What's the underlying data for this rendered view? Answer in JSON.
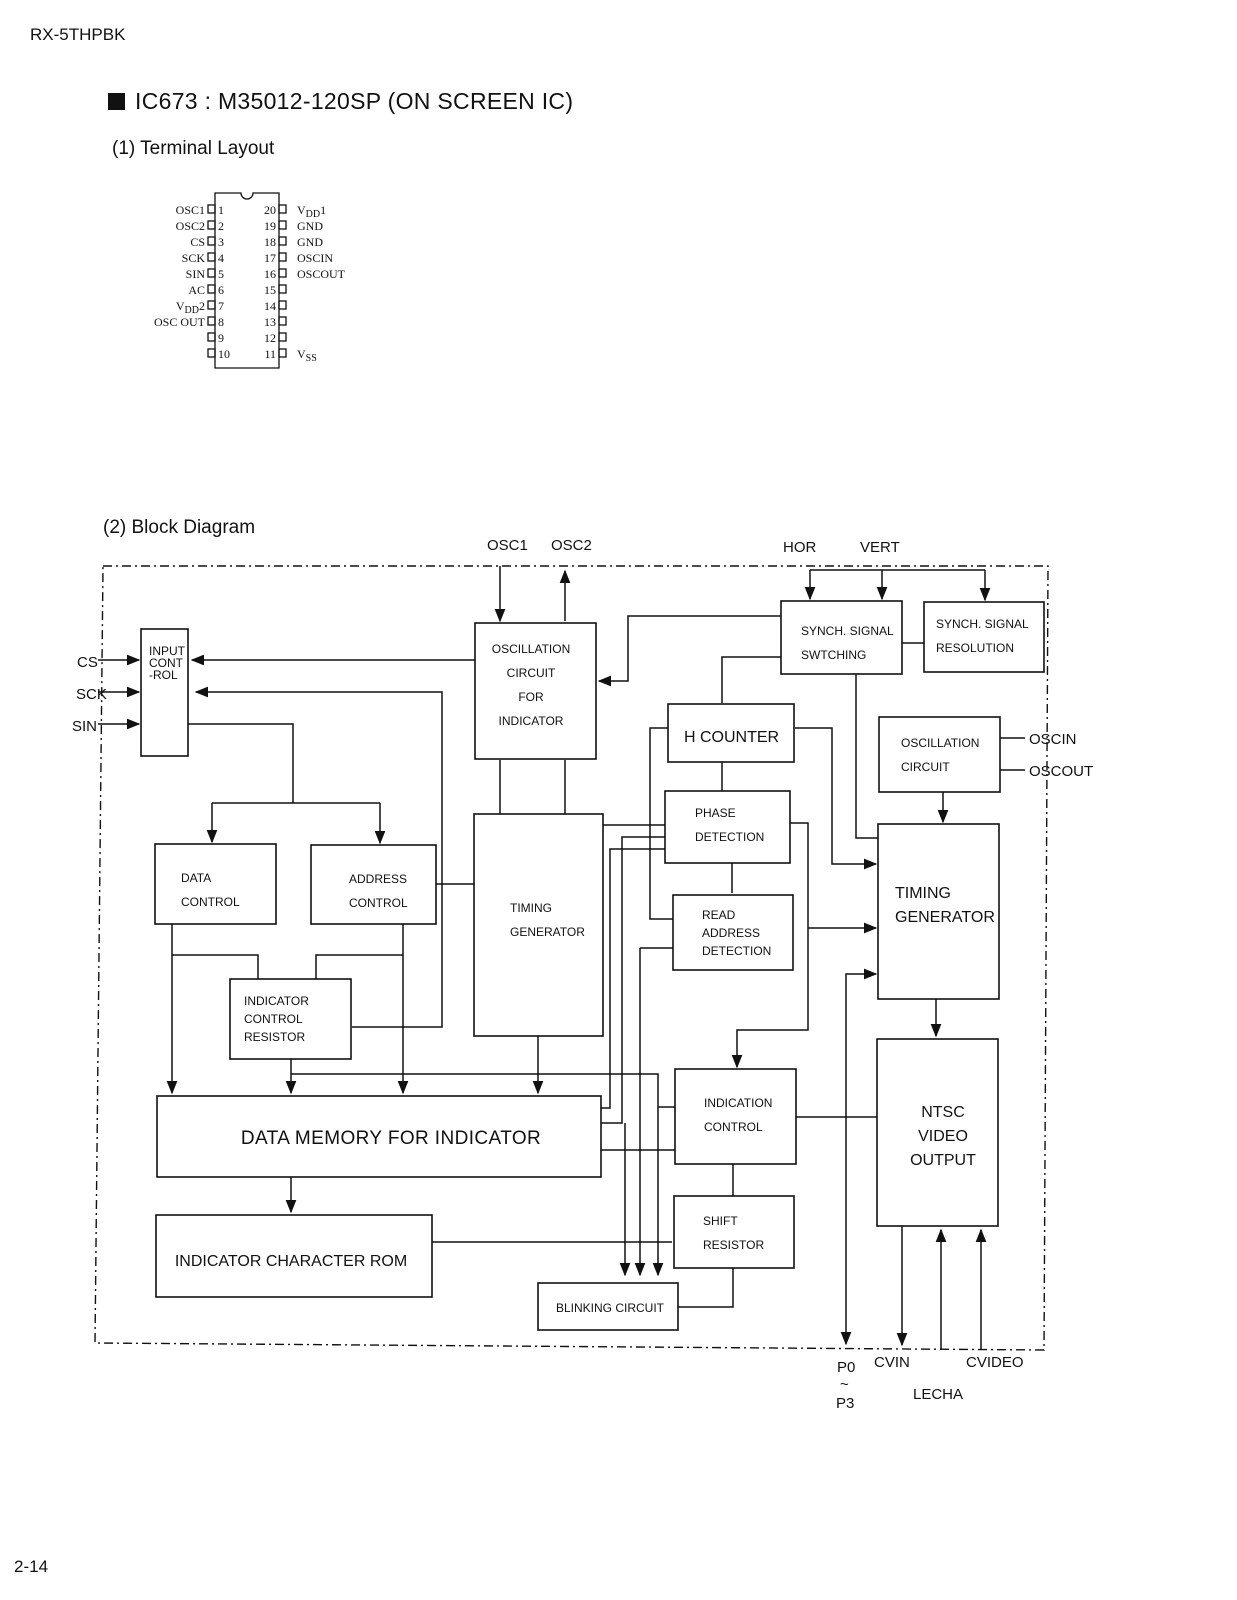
{
  "header": {
    "model": "RX-5THPBK"
  },
  "title": "IC673 : M35012-120SP (ON SCREEN IC)",
  "sections": {
    "terminal_layout": "(1) Terminal Layout",
    "block_diagram": "(2) Block Diagram"
  },
  "pins_left": [
    {
      "num": "1",
      "name": "OSC1"
    },
    {
      "num": "2",
      "name": "OSC2"
    },
    {
      "num": "3",
      "name": "CS"
    },
    {
      "num": "4",
      "name": "SCK"
    },
    {
      "num": "5",
      "name": "SIN"
    },
    {
      "num": "6",
      "name": "AC"
    },
    {
      "num": "7",
      "name": "VDD2"
    },
    {
      "num": "8",
      "name": "OSC OUT"
    },
    {
      "num": "9",
      "name": ""
    },
    {
      "num": "10",
      "name": ""
    }
  ],
  "pins_right": [
    {
      "num": "20",
      "name": "VDD1"
    },
    {
      "num": "19",
      "name": "GND"
    },
    {
      "num": "18",
      "name": "GND"
    },
    {
      "num": "17",
      "name": "OSCIN"
    },
    {
      "num": "16",
      "name": "OSCOUT"
    },
    {
      "num": "15",
      "name": ""
    },
    {
      "num": "14",
      "name": ""
    },
    {
      "num": "13",
      "name": ""
    },
    {
      "num": "12",
      "name": ""
    },
    {
      "num": "11",
      "name": "VSS"
    }
  ],
  "blocks": {
    "input_control": [
      "INPUT",
      "CONT",
      "-ROL"
    ],
    "osc_indicator": [
      "OSCILLATION",
      "CIRCUIT",
      "FOR",
      "INDICATOR"
    ],
    "synch_switching": [
      "SYNCH. SIGNAL",
      "SWTCHING"
    ],
    "synch_resolution": [
      "SYNCH. SIGNAL",
      "RESOLUTION"
    ],
    "h_counter": [
      "H COUNTER"
    ],
    "oscillation_circuit": [
      "OSCILLATION",
      "CIRCUIT"
    ],
    "phase_detection": [
      "PHASE",
      "DETECTION"
    ],
    "data_control": [
      "DATA",
      "CONTROL"
    ],
    "address_control": [
      "ADDRESS",
      "CONTROL"
    ],
    "timing_generator_left": [
      "TIMING",
      "GENERATOR"
    ],
    "read_address": [
      "READ",
      "ADDRESS",
      "DETECTION"
    ],
    "timing_generator_right": [
      "TIMING",
      "GENERATOR"
    ],
    "indicator_control_resistor": [
      "INDICATOR",
      "CONTROL",
      "RESISTOR"
    ],
    "indication_control": [
      "INDICATION",
      "CONTROL"
    ],
    "ntsc_output": [
      "NTSC",
      "VIDEO",
      "OUTPUT"
    ],
    "data_memory": [
      "DATA MEMORY FOR INDICATOR"
    ],
    "shift_resistor": [
      "SHIFT",
      "RESISTOR"
    ],
    "char_rom": [
      "INDICATOR CHARACTER ROM"
    ],
    "blinking": [
      "BLINKING CIRCUIT"
    ]
  },
  "signals": {
    "osc1": "OSC1",
    "osc2": "OSC2",
    "hor": "HOR",
    "vert": "VERT",
    "cs": "CS",
    "sck": "SCK",
    "sin": "SIN",
    "oscin": "OSCIN",
    "oscout": "OSCOUT",
    "p0": "P0",
    "tilde": "~",
    "p3": "P3",
    "cvin": "CVIN",
    "cvideo": "CVIDEO",
    "lecha": "LECHA"
  },
  "footer": {
    "page": "2-14"
  }
}
